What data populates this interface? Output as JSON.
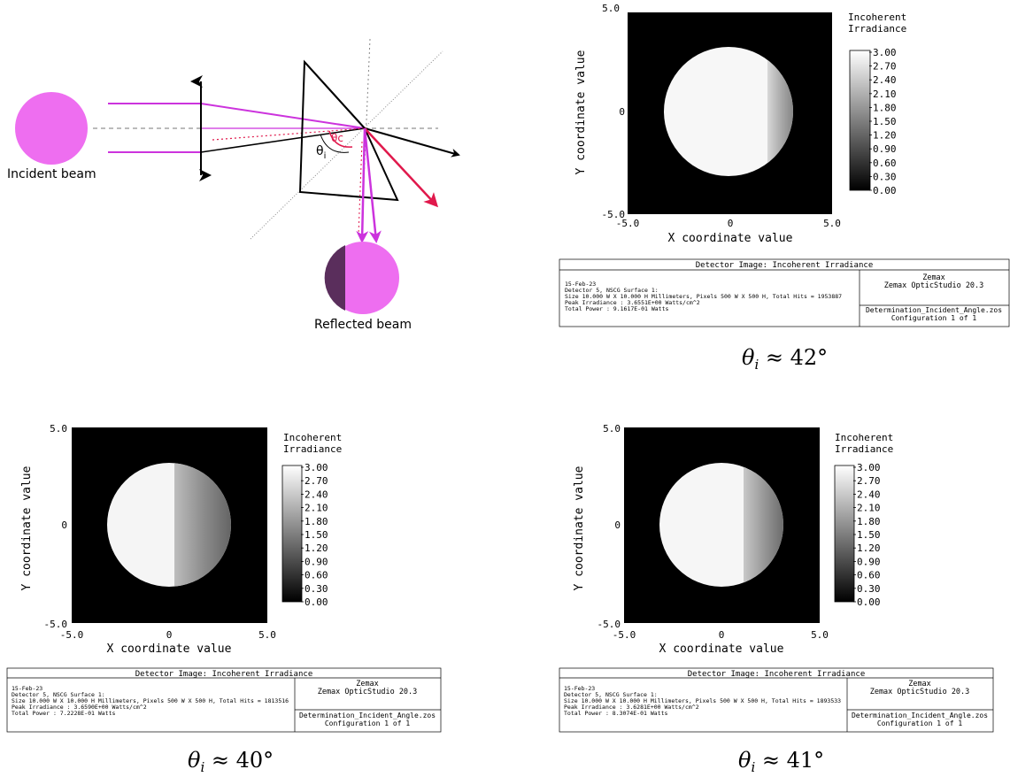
{
  "schematic": {
    "incident_label": "Incident beam",
    "reflected_label": "Reflected beam",
    "theta_c_label": "θc",
    "theta_i_label": "θ",
    "theta_i_sub": "i",
    "colors": {
      "beam": "#ee6ef0",
      "ray": "#cc33dd",
      "critical": "#e0194c",
      "shadow": "#5a2e5c"
    }
  },
  "panels": [
    {
      "id": "p42",
      "caption_base": "θ",
      "caption_sub": "i",
      "caption_rel": " ≈ 42°",
      "incident_angle_deg": 42,
      "chart": {
        "xlabel": "X coordinate value",
        "ylabel": "Y coordinate value",
        "x_ticks": [
          "-5.0",
          "0",
          "5.0"
        ],
        "y_ticks": [
          "5.0",
          "0",
          "-5.0"
        ],
        "legend_title": [
          "Incoherent",
          "Irradiance"
        ],
        "colorbar_ticks": [
          "3.00",
          "2.70",
          "2.40",
          "2.10",
          "1.80",
          "1.50",
          "1.20",
          "0.90",
          "0.60",
          "0.30",
          "0.00"
        ],
        "shadow_edge_fraction": 0.8
      },
      "info": {
        "title": "Detector Image: Incoherent Irradiance",
        "lines": [
          "15-Feb-23",
          "Detector 5, NSCG Surface 1:",
          "Size 10.000 W X 10.000 H Millimeters, Pixels 500 W X 500 H, Total Hits = 1953887",
          "Peak Irradiance : 3.6551E+00 Watts/cm^2",
          "Total Power     : 9.1617E-01 Watts"
        ],
        "right_top": [
          "Zemax",
          "Zemax OpticStudio 20.3"
        ],
        "right_bottom": [
          "Determination_Incident_Angle.zos",
          "Configuration 1 of 1"
        ]
      }
    },
    {
      "id": "p40",
      "caption_base": "θ",
      "caption_sub": "i",
      "caption_rel": " ≈ 40°",
      "incident_angle_deg": 40,
      "chart": {
        "xlabel": "X coordinate value",
        "ylabel": "Y coordinate value",
        "x_ticks": [
          "-5.0",
          "0",
          "5.0"
        ],
        "y_ticks": [
          "5.0",
          "0",
          "-5.0"
        ],
        "legend_title": [
          "Incoherent",
          "Irradiance"
        ],
        "colorbar_ticks": [
          "3.00",
          "2.70",
          "2.40",
          "2.10",
          "1.80",
          "1.50",
          "1.20",
          "0.90",
          "0.60",
          "0.30",
          "0.00"
        ],
        "shadow_edge_fraction": 0.55
      },
      "info": {
        "title": "Detector Image: Incoherent Irradiance",
        "lines": [
          "15-Feb-23",
          "Detector 5, NSCG Surface 1:",
          "Size 10.000 W X 10.000 H Millimeters, Pixels 500 W X 500 H, Total Hits = 1813516",
          "Peak Irradiance : 3.6590E+00 Watts/cm^2",
          "Total Power     : 7.2228E-01 Watts"
        ],
        "right_top": [
          "Zemax",
          "Zemax OpticStudio 20.3"
        ],
        "right_bottom": [
          "Determination_Incident_Angle.zos",
          "Configuration 1 of 1"
        ]
      }
    },
    {
      "id": "p41",
      "caption_base": "θ",
      "caption_sub": "i",
      "caption_rel": " ≈ 41°",
      "incident_angle_deg": 41,
      "chart": {
        "xlabel": "X coordinate value",
        "ylabel": "Y coordinate value",
        "x_ticks": [
          "-5.0",
          "0",
          "5.0"
        ],
        "y_ticks": [
          "5.0",
          "0",
          "-5.0"
        ],
        "legend_title": [
          "Incoherent",
          "Irradiance"
        ],
        "colorbar_ticks": [
          "3.00",
          "2.70",
          "2.40",
          "2.10",
          "1.80",
          "1.50",
          "1.20",
          "0.90",
          "0.60",
          "0.30",
          "0.00"
        ],
        "shadow_edge_fraction": 0.7
      },
      "info": {
        "title": "Detector Image: Incoherent Irradiance",
        "lines": [
          "15-Feb-23",
          "Detector 5, NSCG Surface 1:",
          "Size 10.000 W X 10.000 H Millimeters, Pixels 500 W X 500 H, Total Hits = 1893533",
          "Peak Irradiance : 3.6281E+00 Watts/cm^2",
          "Total Power     : 8.3074E-01 Watts"
        ],
        "right_top": [
          "Zemax",
          "Zemax OpticStudio 20.3"
        ],
        "right_bottom": [
          "Determination_Incident_Angle.zos",
          "Configuration 1 of 1"
        ]
      }
    }
  ]
}
